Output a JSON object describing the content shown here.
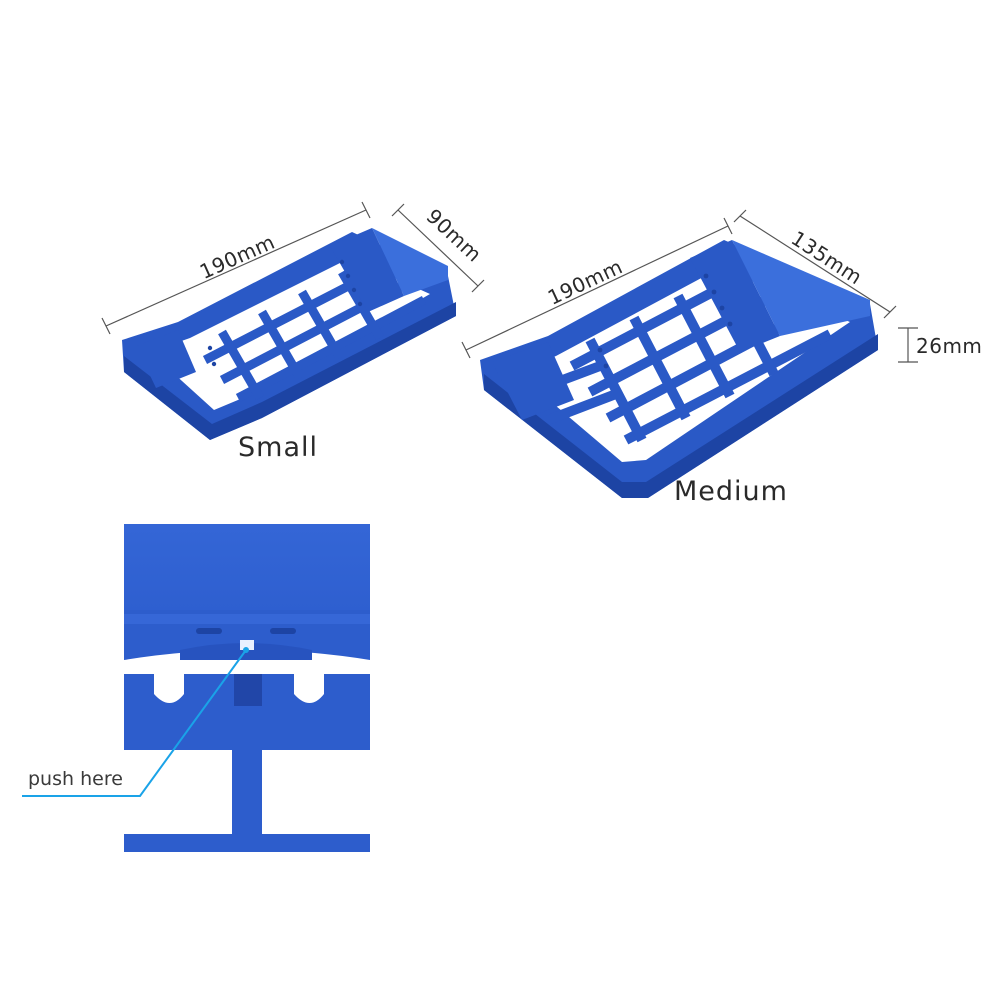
{
  "colors": {
    "tray_blue": "#2c5fd0",
    "tray_blue_dark": "#1e46a8",
    "tray_blue_light": "#4a7be4",
    "dim_line": "#555555",
    "pointer_line": "#1aa3e8"
  },
  "small_tray": {
    "name": "Small",
    "length": "190mm",
    "width": "90mm"
  },
  "medium_tray": {
    "name": "Medium",
    "length": "190mm",
    "width": "135mm",
    "height": "26mm"
  },
  "detail": {
    "callout": "push here"
  }
}
